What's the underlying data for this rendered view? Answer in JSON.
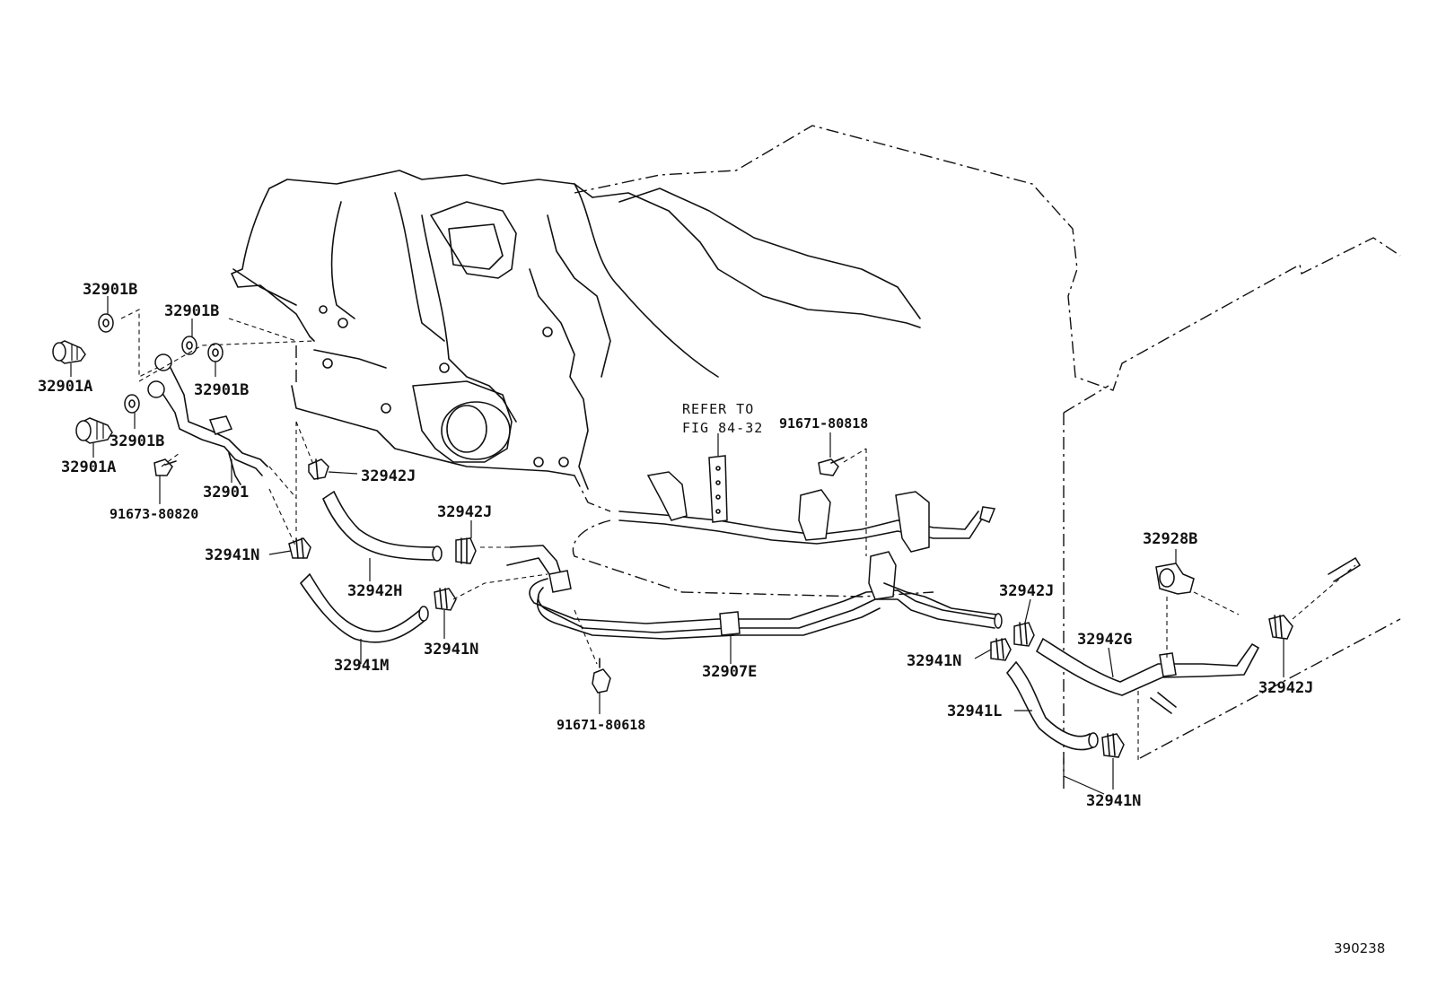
{
  "figure_number": "390238",
  "reference_note": {
    "line1": "REFER TO",
    "line2": "FIG 84-32"
  },
  "labels": [
    {
      "id": "32901B_a",
      "text": "32901B"
    },
    {
      "id": "32901B_b",
      "text": "32901B"
    },
    {
      "id": "32901B_c",
      "text": "32901B"
    },
    {
      "id": "32901B_d",
      "text": "32901B"
    },
    {
      "id": "32901A_a",
      "text": "32901A"
    },
    {
      "id": "32901A_b",
      "text": "32901A"
    },
    {
      "id": "32901",
      "text": "32901"
    },
    {
      "id": "91673-80820",
      "text": "91673-80820"
    },
    {
      "id": "32942J_a",
      "text": "32942J"
    },
    {
      "id": "32942J_b",
      "text": "32942J"
    },
    {
      "id": "32942J_c",
      "text": "32942J"
    },
    {
      "id": "32942J_d",
      "text": "32942J"
    },
    {
      "id": "32941N_a",
      "text": "32941N"
    },
    {
      "id": "32941N_b",
      "text": "32941N"
    },
    {
      "id": "32941N_c",
      "text": "32941N"
    },
    {
      "id": "32941N_d",
      "text": "32941N"
    },
    {
      "id": "32942H",
      "text": "32942H"
    },
    {
      "id": "32941M",
      "text": "32941M"
    },
    {
      "id": "91671-80618",
      "text": "91671-80618"
    },
    {
      "id": "32907E",
      "text": "32907E"
    },
    {
      "id": "91671-80818",
      "text": "91671-80818"
    },
    {
      "id": "32928B",
      "text": "32928B"
    },
    {
      "id": "32942G",
      "text": "32942G"
    },
    {
      "id": "32941L",
      "text": "32941L"
    }
  ]
}
